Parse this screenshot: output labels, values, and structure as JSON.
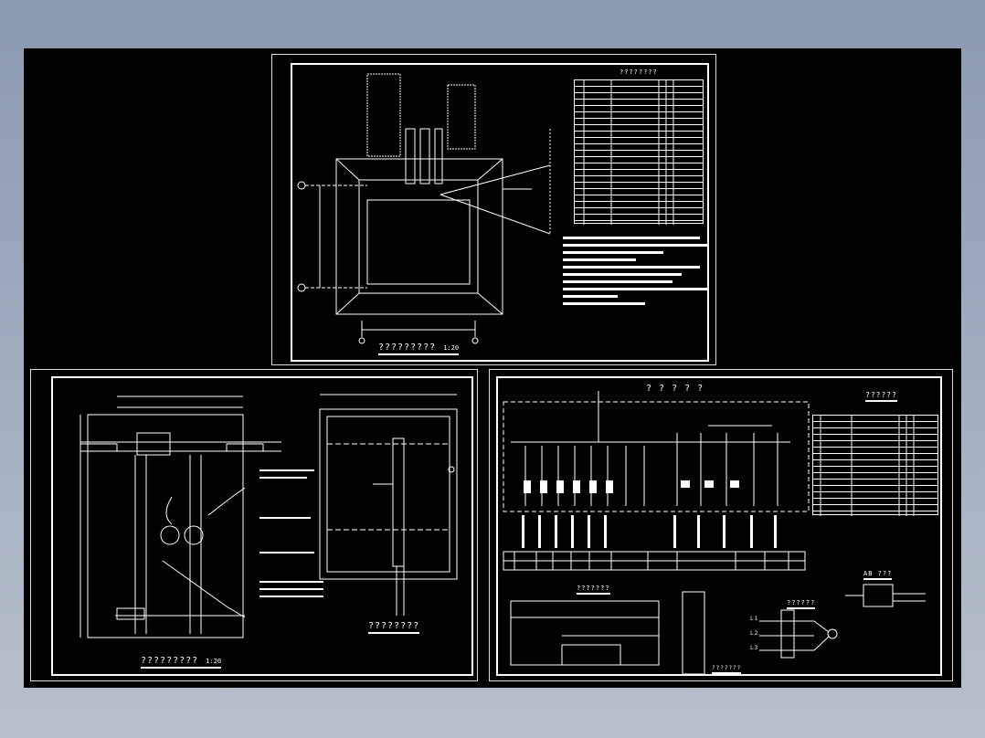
{
  "sheet_top": {
    "title": "?????????",
    "scale": "1:20",
    "table_title": "????????",
    "table_headers": [
      "?",
      "?",
      "????",
      "?",
      "?",
      "? ?"
    ]
  },
  "sheet_left": {
    "title": "?????????",
    "scale": "1:20",
    "plan_title": "????????"
  },
  "sheet_right": {
    "title": "? ? ? ? ?",
    "table_title": "??????",
    "sub_a": "???????",
    "sub_b": "??????",
    "sub_c": "???????",
    "sub_d": "AB ???",
    "labels": [
      "L1",
      "L2",
      "L3"
    ]
  },
  "colors": {
    "canvas": "#000000",
    "line": "#ffffff",
    "bg_top": "#8a9ab1",
    "bg_bottom": "#b7c0cd"
  }
}
